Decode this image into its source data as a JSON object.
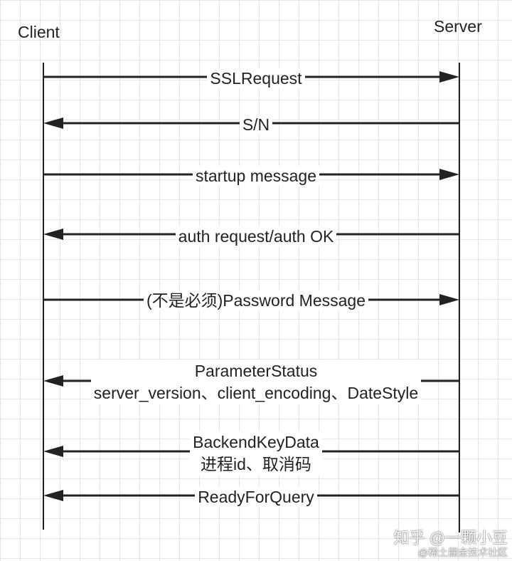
{
  "actors": {
    "client": "Client",
    "server": "Server"
  },
  "messages": [
    {
      "direction": "client-to-server",
      "lines": [
        "SSLRequest"
      ]
    },
    {
      "direction": "server-to-client",
      "lines": [
        "S/N"
      ]
    },
    {
      "direction": "client-to-server",
      "lines": [
        "startup message"
      ]
    },
    {
      "direction": "server-to-client",
      "lines": [
        "auth request/auth OK"
      ]
    },
    {
      "direction": "client-to-server",
      "lines": [
        "(不是必须)Password Message"
      ]
    },
    {
      "direction": "server-to-client",
      "lines": [
        "ParameterStatus",
        "server_version、client_encoding、DateStyle"
      ]
    },
    {
      "direction": "server-to-client",
      "lines": [
        "BackendKeyData",
        "进程id、取消码"
      ]
    },
    {
      "direction": "server-to-client",
      "lines": [
        "ReadyForQuery"
      ]
    }
  ],
  "watermark": {
    "main": "知乎 @一颗小豆",
    "sub": "@稀土掘金技术社区"
  },
  "colors": {
    "line": "#222222",
    "grid": "#e6e6e6",
    "background": "#ffffff"
  }
}
